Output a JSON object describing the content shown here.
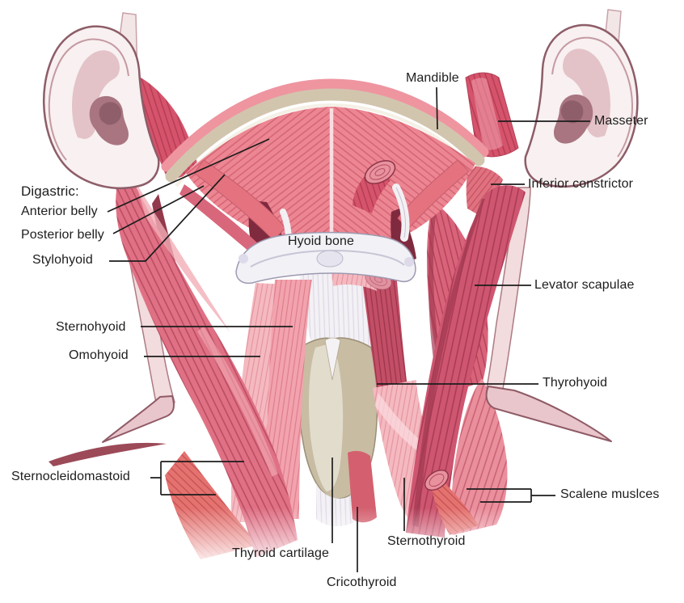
{
  "figure": {
    "type": "anatomical-diagram",
    "subject": "Anterior neck musculature",
    "background": "#ffffff"
  },
  "colors": {
    "label_text": "#1d1d1d",
    "leader_line": "#1d1d1d",
    "muscle_pink": "#e07185",
    "muscle_deep_red": "#c24f66",
    "muscle_pale_pink": "#f2a3ae",
    "bone_white": "#f2f1f6",
    "cartilage_tan": "#c8bca3",
    "mandible_tan": "#d2c5ae",
    "skin_pale": "#f3dcde",
    "ear_outline": "#8d5d68"
  },
  "labels": {
    "mandible": "Mandible",
    "masseter": "Masseter",
    "inferior_constrictor": "Inferior constrictor",
    "digastric_heading": "Digastric:",
    "digastric_anterior": "Anterior belly",
    "digastric_posterior": "Posterior belly",
    "stylohyoid": "Stylohyoid",
    "hyoid_bone": "Hyoid bone",
    "levator_scapulae": "Levator scapulae",
    "sternohyoid": "Sternohyoid",
    "omohyoid": "Omohyoid",
    "thyrohyoid": "Thyrohyoid",
    "sternocleidomastoid": "Sternocleidomastoid",
    "scalene_muscles": "Scalene muslces",
    "thyroid_cartilage": "Thyroid cartilage",
    "cricothyroid": "Cricothyroid",
    "sternothyroid": "Sternothyroid"
  }
}
